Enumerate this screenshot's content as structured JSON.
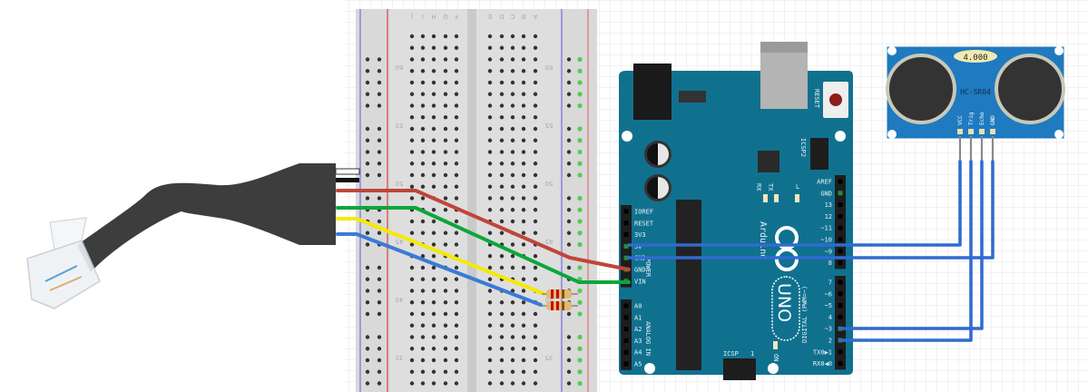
{
  "breadboard": {
    "column_labels_left": [
      "J",
      "I",
      "H",
      "G",
      "F"
    ],
    "column_labels_right": [
      "E",
      "D",
      "C",
      "B",
      "A"
    ],
    "row_numbers": [
      "60",
      "55",
      "50",
      "45",
      "40",
      "35"
    ]
  },
  "arduino": {
    "brand": "Arduino",
    "model": "UNO",
    "reset_label": "RESET",
    "icsp2_label": "ICSP2",
    "icsp_label": "ICSP",
    "icsp_pin1": "1",
    "rx_led": "RX",
    "tx_led": "TX",
    "l_led": "L",
    "on_led": "ON",
    "power_section": "POWER",
    "analog_section": "ANALOG IN",
    "digital_section": "DIGITAL (PWM=~)",
    "power_pins": [
      "IOREF",
      "RESET",
      "3V3",
      "5V",
      "GND",
      "GND",
      "VIN"
    ],
    "analog_pins": [
      "A0",
      "A1",
      "A2",
      "A3",
      "A4",
      "A5"
    ],
    "digital_pins_top": [
      "AREF",
      "GND",
      "13",
      "12",
      "~11",
      "~10",
      "~9",
      "8"
    ],
    "digital_pins_bottom": [
      "7",
      "~6",
      "~5",
      "4",
      "~3",
      "2",
      "TX0▶1",
      "RX0◀0"
    ]
  },
  "sensor": {
    "model": "HC-SR04",
    "crystal": "4.000",
    "pins": [
      "VCC",
      "Trig",
      "Echo",
      "GND"
    ]
  },
  "wire_colors": {
    "red": "#c0453a",
    "green": "#0da63a",
    "yellow": "#f5ea00",
    "blue": "#3a7bd5",
    "blue_dark": "#2f62c0"
  },
  "board_color": "#10718f"
}
